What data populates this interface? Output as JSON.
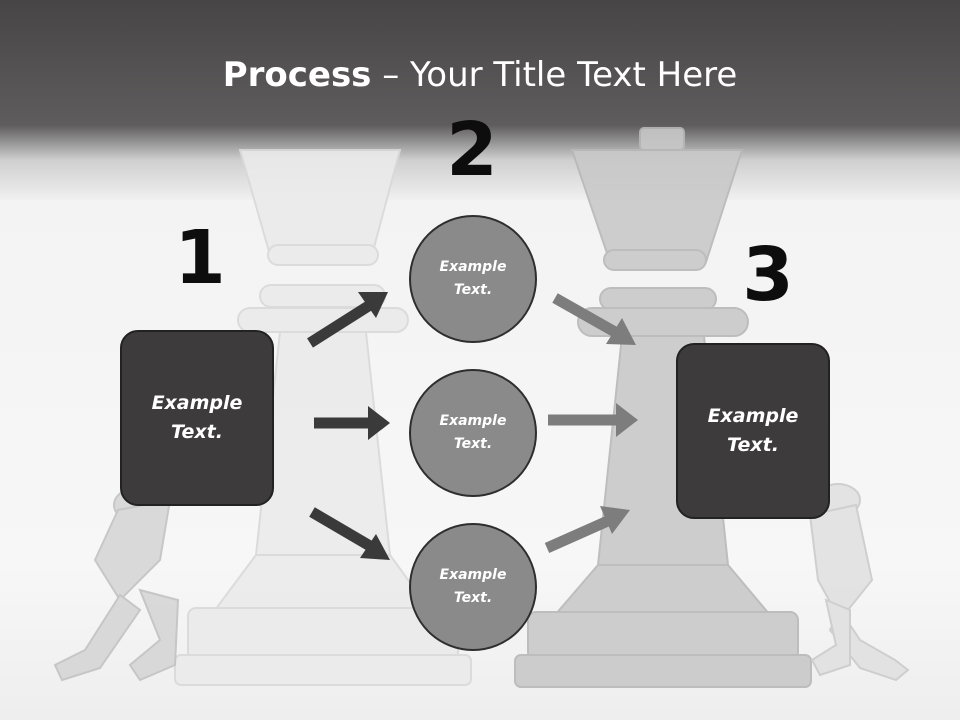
{
  "slide": {
    "title_bold": "Process",
    "title_rest": " – Your Title Text Here",
    "steps": [
      "1",
      "2",
      "3"
    ],
    "left_box": "Example Text.",
    "right_box": "Example Text.",
    "circles": [
      "Example Text.",
      "Example Text.",
      "Example Text."
    ]
  },
  "colors": {
    "header_dark": "#474546",
    "box_fill": "#3d3b3c",
    "circle_fill": "#8a8a8a",
    "arrow_dark": "#3a3a3a",
    "arrow_gray": "#7d7d7d"
  },
  "icons": [
    "chess-king-icon",
    "chess-queen-icon",
    "pushing-figure-icon",
    "arrow-icon"
  ]
}
